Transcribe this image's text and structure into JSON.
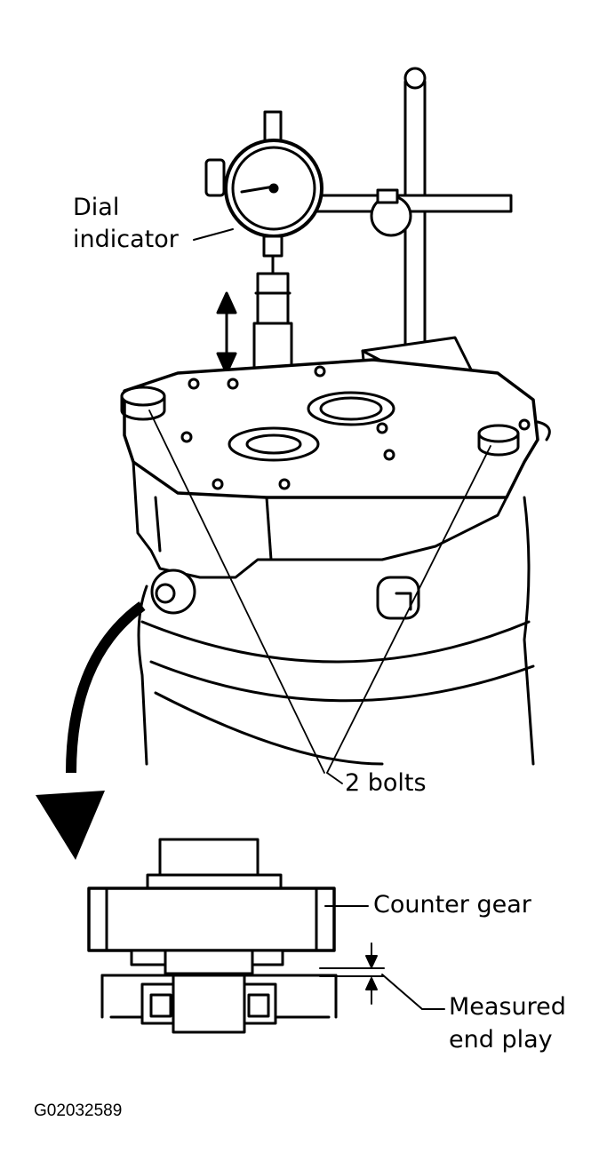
{
  "labels": {
    "dial_indicator_line1": "Dial",
    "dial_indicator_line2": "indicator",
    "bolts": "2 bolts",
    "counter_gear": "Counter gear",
    "end_play_line1": "Measured",
    "end_play_line2": "end play"
  },
  "figure_id": "G02032589",
  "colors": {
    "ink": "#000000",
    "paper": "#ffffff"
  }
}
